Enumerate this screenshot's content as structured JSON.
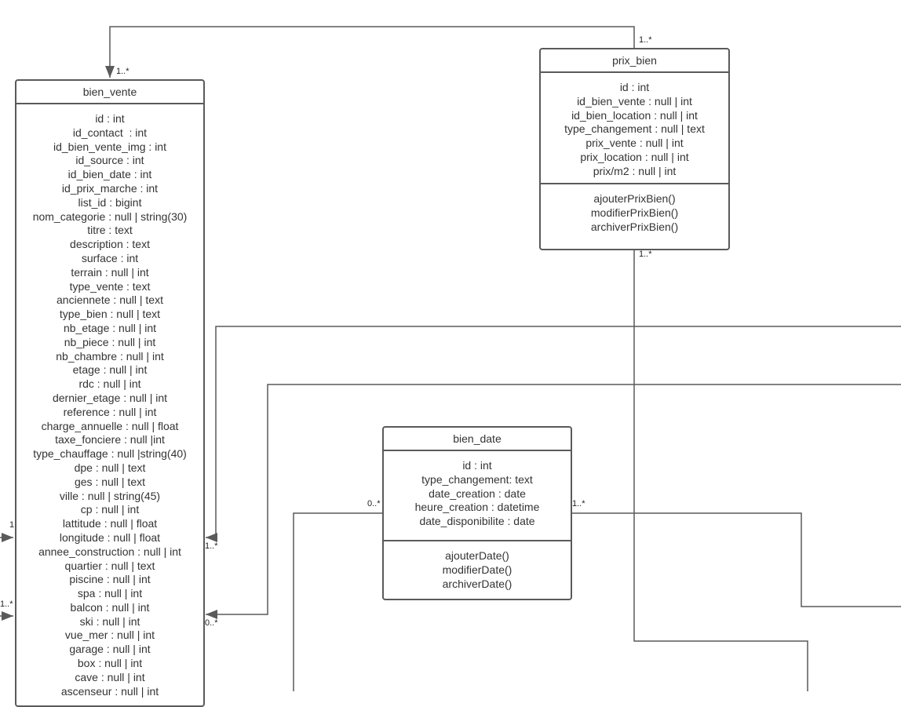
{
  "classes": {
    "bien_vente": {
      "name": "bien_vente",
      "attributes": [
        "id : int",
        "id_contact  : int",
        "id_bien_vente_img : int",
        "id_source : int",
        "id_bien_date : int",
        "id_prix_marche : int",
        "list_id : bigint",
        "nom_categorie : null | string(30)",
        "titre : text",
        "description : text",
        "surface : int",
        "terrain : null | int",
        "type_vente : text",
        "anciennete : null | text",
        "type_bien : null | text",
        "nb_etage : null | int",
        "nb_piece : null | int",
        "nb_chambre : null | int",
        "etage : null | int",
        "rdc : null | int",
        "dernier_etage : null | int",
        "reference : null | int",
        "charge_annuelle : null | float",
        "taxe_fonciere : null |int",
        "type_chauffage : null |string(40)",
        "dpe : null | text",
        "ges : null | text",
        "ville : null | string(45)",
        "cp : null | int",
        "lattitude : null | float",
        "longitude : null | float",
        "annee_construction : null | int",
        "quartier : null | text",
        "piscine : null | int",
        "spa : null | int",
        "balcon : null | int",
        "ski : null | int",
        "vue_mer : null | int",
        "garage : null | int",
        "box : null | int",
        "cave : null | int",
        "ascenseur : null | int"
      ]
    },
    "prix_bien": {
      "name": "prix_bien",
      "attributes": [
        "id : int",
        "id_bien_vente : null | int",
        "id_bien_location : null | int",
        "type_changement : null | text",
        "prix_vente : null | int",
        "prix_location : null | int",
        "prix/m2 : null | int"
      ],
      "methods": [
        "ajouterPrixBien()",
        "modifierPrixBien()",
        "archiverPrixBien()"
      ]
    },
    "bien_date": {
      "name": "bien_date",
      "attributes": [
        "id : int",
        "type_changement: text",
        "date_creation : date",
        "heure_creation : datetime",
        "date_disponibilite : date"
      ],
      "methods": [
        "ajouterDate()",
        "modifierDate()",
        "archiverDate()"
      ]
    }
  },
  "multiplicities": {
    "prix_top": "1..*",
    "vente_top": "1..*",
    "prix_bottom": "1..*",
    "vente_right_1": "1..*",
    "vente_right_2": "0..*",
    "date_left": "0..*",
    "date_right": "1..*",
    "vente_left_1": "1",
    "vente_left_2": "1..*"
  },
  "colors": {
    "line": "#5a5a5a"
  }
}
